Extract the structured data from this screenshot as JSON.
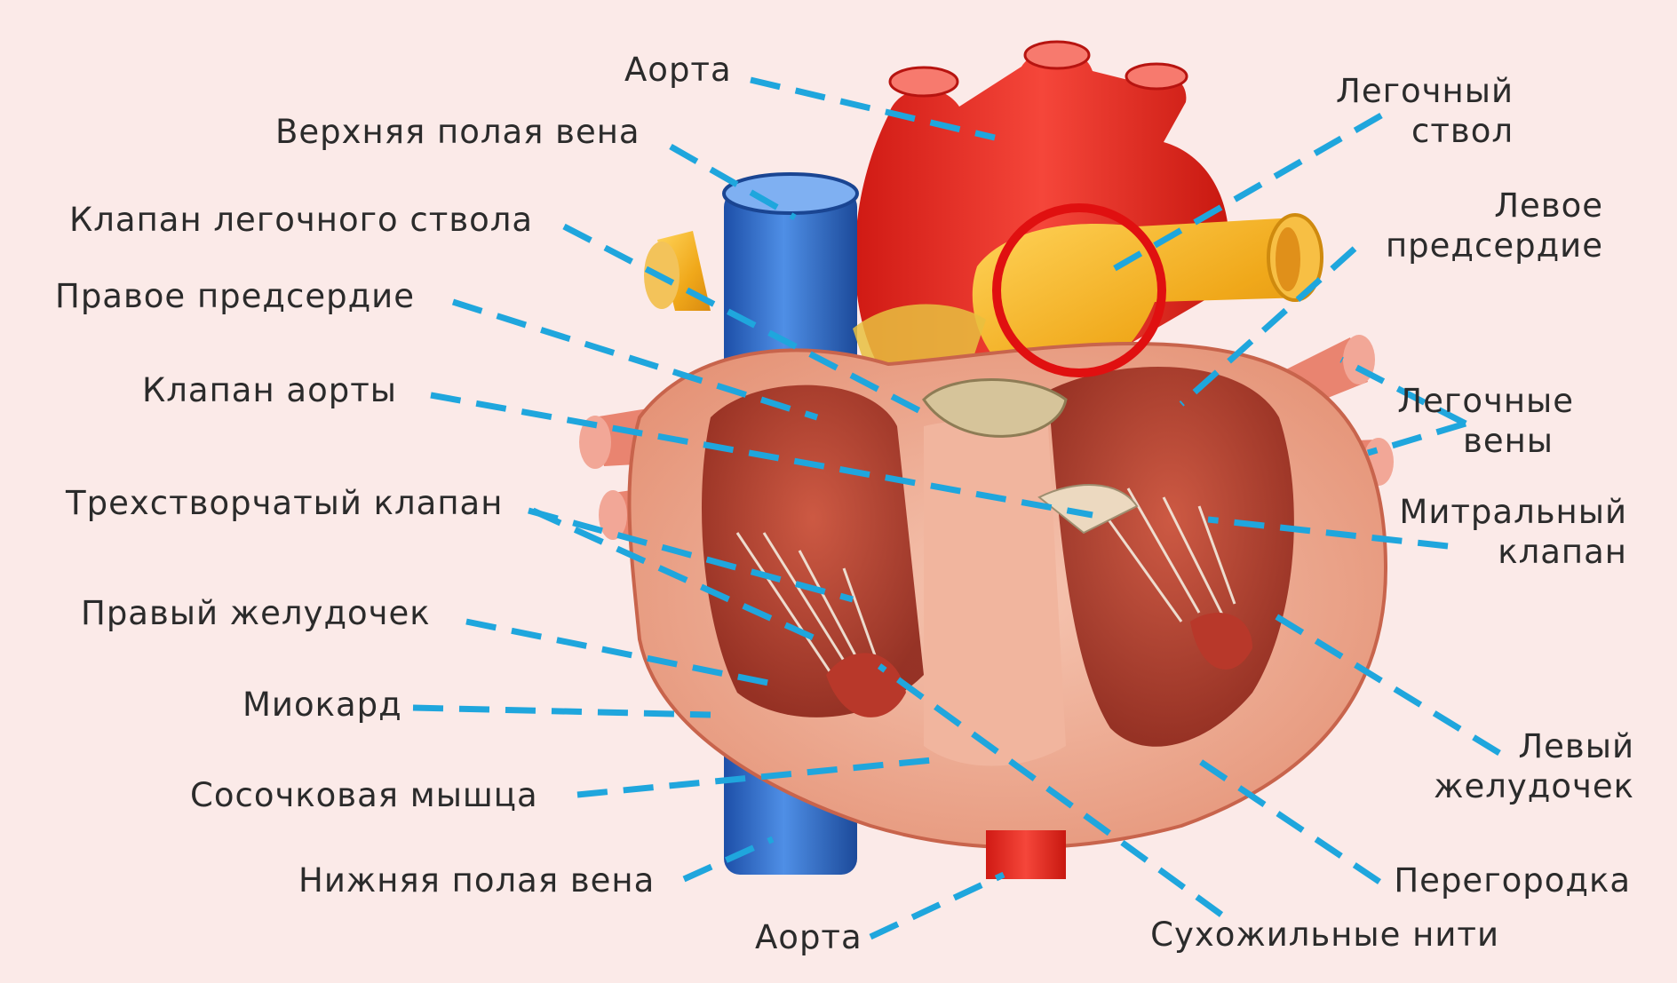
{
  "labels": {
    "aorta_top": "Аорта",
    "superior_vena_cava": "Верхняя полая вена",
    "pulmonary_valve": "Клапан легочного ствола",
    "right_atrium": "Правое предсердие",
    "aortic_valve": "Клапан аорты",
    "tricuspid_valve": "Трехстворчатый клапан",
    "right_ventricle": "Правый желудочек",
    "myocardium": "Миокард",
    "papillary_muscle": "Сосочковая мышца",
    "inferior_vena_cava": "Нижняя полая вена",
    "aorta_bottom": "Аорта",
    "pulmonary_trunk_1": "Легочный",
    "pulmonary_trunk_2": "ствол",
    "left_atrium_1": "Левое",
    "left_atrium_2": "предсердие",
    "pulmonary_veins_1": "Легочные",
    "pulmonary_veins_2": "вены",
    "mitral_valve_1": "Митральный",
    "mitral_valve_2": "клапан",
    "left_ventricle_1": "Левый",
    "left_ventricle_2": "желудочек",
    "septum": "Перегородка",
    "chordae_tendineae": "Сухожильные нити"
  },
  "colors": {
    "background": "#fbeae8",
    "leader_line": "#1fa6dd",
    "highlight_circle": "#e01010",
    "aorta": "#e8281e",
    "vena_cava": "#2f6fd0",
    "pulmonary_trunk": "#f2b21e"
  },
  "highlight": {
    "target": "pulmonary_trunk",
    "shape": "circle"
  }
}
